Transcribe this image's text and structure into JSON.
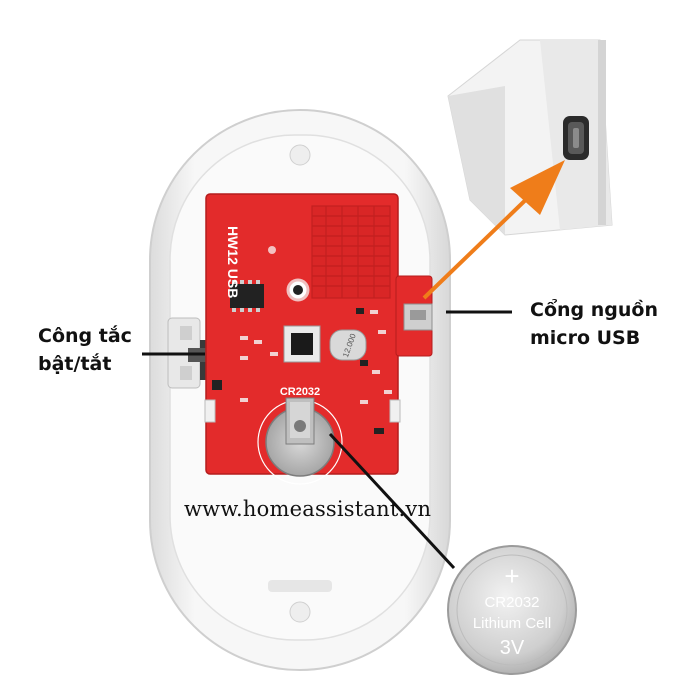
{
  "annotations": {
    "switch_label_line1": "Công tắc",
    "switch_label_line2": "bật/tắt",
    "usb_label_line1": "Cổng nguồn",
    "usb_label_line2": "micro USB"
  },
  "watermark": "www.homeassistant.vn",
  "board": {
    "model_text": "HW12 USB",
    "battery_holder_text": "CR2032",
    "crystal_text": "12.000"
  },
  "battery": {
    "line1": "CR2032",
    "line2": "Lithium Cell",
    "line3": "3V",
    "polarity": "+"
  },
  "colors": {
    "pcb": "#e32b2b",
    "arrow": "#ef7d1a",
    "housing": "#f4f4f4"
  }
}
